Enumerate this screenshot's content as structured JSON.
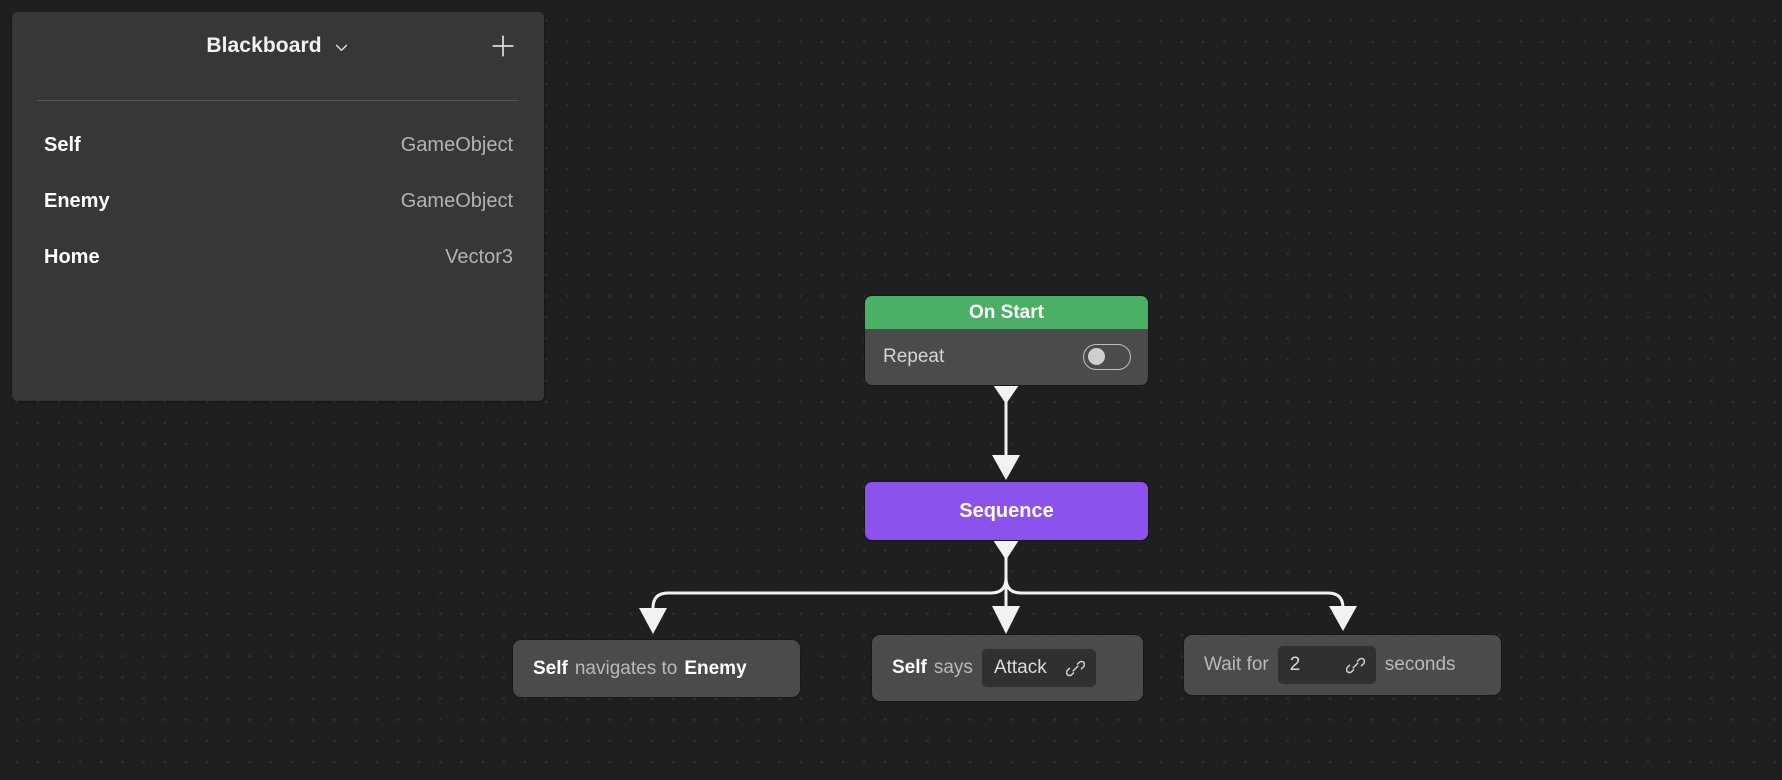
{
  "blackboard": {
    "title": "Blackboard",
    "collapse_icon": "chevron-down-icon",
    "add_icon": "plus-icon",
    "rows": [
      {
        "key": "Self",
        "type": "GameObject"
      },
      {
        "key": "Enemy",
        "type": "GameObject"
      },
      {
        "key": "Home",
        "type": "Vector3"
      }
    ]
  },
  "graph": {
    "nodes": {
      "on_start": {
        "title": "On Start",
        "header_color": "#4caf66",
        "property_label": "Repeat",
        "property_value": "off"
      },
      "sequence": {
        "title": "Sequence",
        "color": "#8b52ee"
      },
      "navigate": {
        "subject": "Self",
        "verb": "navigates to",
        "target": "Enemy"
      },
      "says": {
        "subject": "Self",
        "verb": "says",
        "message": "Attack",
        "link_icon": "link-icon"
      },
      "wait": {
        "prefix": "Wait for",
        "duration": "2",
        "suffix": "seconds",
        "link_icon": "link-icon"
      }
    }
  }
}
